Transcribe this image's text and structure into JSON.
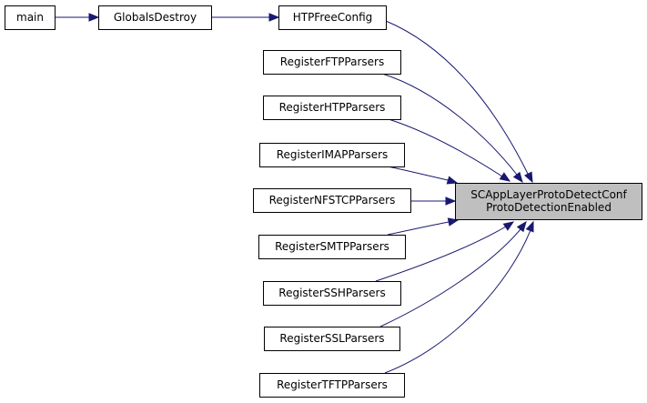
{
  "graph": {
    "nodes": [
      {
        "id": "main",
        "label_lines": [
          "main"
        ],
        "highlighted": false
      },
      {
        "id": "GlobalsDestroy",
        "label_lines": [
          "GlobalsDestroy"
        ],
        "highlighted": false
      },
      {
        "id": "HTPFreeConfig",
        "label_lines": [
          "HTPFreeConfig"
        ],
        "highlighted": false
      },
      {
        "id": "RegisterFTPParsers",
        "label_lines": [
          "RegisterFTPParsers"
        ],
        "highlighted": false
      },
      {
        "id": "RegisterHTPParsers",
        "label_lines": [
          "RegisterHTPParsers"
        ],
        "highlighted": false
      },
      {
        "id": "RegisterIMAPParsers",
        "label_lines": [
          "RegisterIMAPParsers"
        ],
        "highlighted": false
      },
      {
        "id": "RegisterNFSTCPParsers",
        "label_lines": [
          "RegisterNFSTCPParsers"
        ],
        "highlighted": false
      },
      {
        "id": "RegisterSMTPParsers",
        "label_lines": [
          "RegisterSMTPParsers"
        ],
        "highlighted": false
      },
      {
        "id": "RegisterSSHParsers",
        "label_lines": [
          "RegisterSSHParsers"
        ],
        "highlighted": false
      },
      {
        "id": "RegisterSSLParsers",
        "label_lines": [
          "RegisterSSLParsers"
        ],
        "highlighted": false
      },
      {
        "id": "RegisterTFTPParsers",
        "label_lines": [
          "RegisterTFTPParsers"
        ],
        "highlighted": false
      },
      {
        "id": "SCAppLayerProtoDetectConfProtoDetectionEnabled",
        "label_lines": [
          "SCAppLayerProtoDetectConf",
          "ProtoDetectionEnabled"
        ],
        "highlighted": true
      }
    ],
    "edges": [
      {
        "from": "main",
        "to": "GlobalsDestroy"
      },
      {
        "from": "GlobalsDestroy",
        "to": "HTPFreeConfig"
      },
      {
        "from": "HTPFreeConfig",
        "to": "SCAppLayerProtoDetectConfProtoDetectionEnabled"
      },
      {
        "from": "RegisterFTPParsers",
        "to": "SCAppLayerProtoDetectConfProtoDetectionEnabled"
      },
      {
        "from": "RegisterHTPParsers",
        "to": "SCAppLayerProtoDetectConfProtoDetectionEnabled"
      },
      {
        "from": "RegisterIMAPParsers",
        "to": "SCAppLayerProtoDetectConfProtoDetectionEnabled"
      },
      {
        "from": "RegisterNFSTCPParsers",
        "to": "SCAppLayerProtoDetectConfProtoDetectionEnabled"
      },
      {
        "from": "RegisterSMTPParsers",
        "to": "SCAppLayerProtoDetectConfProtoDetectionEnabled"
      },
      {
        "from": "RegisterSSHParsers",
        "to": "SCAppLayerProtoDetectConfProtoDetectionEnabled"
      },
      {
        "from": "RegisterSSLParsers",
        "to": "SCAppLayerProtoDetectConfProtoDetectionEnabled"
      },
      {
        "from": "RegisterTFTPParsers",
        "to": "SCAppLayerProtoDetectConfProtoDetectionEnabled"
      }
    ],
    "colors": {
      "edge": "#191970",
      "node_border": "#000000",
      "highlight_fill": "#bfbfbf"
    }
  }
}
